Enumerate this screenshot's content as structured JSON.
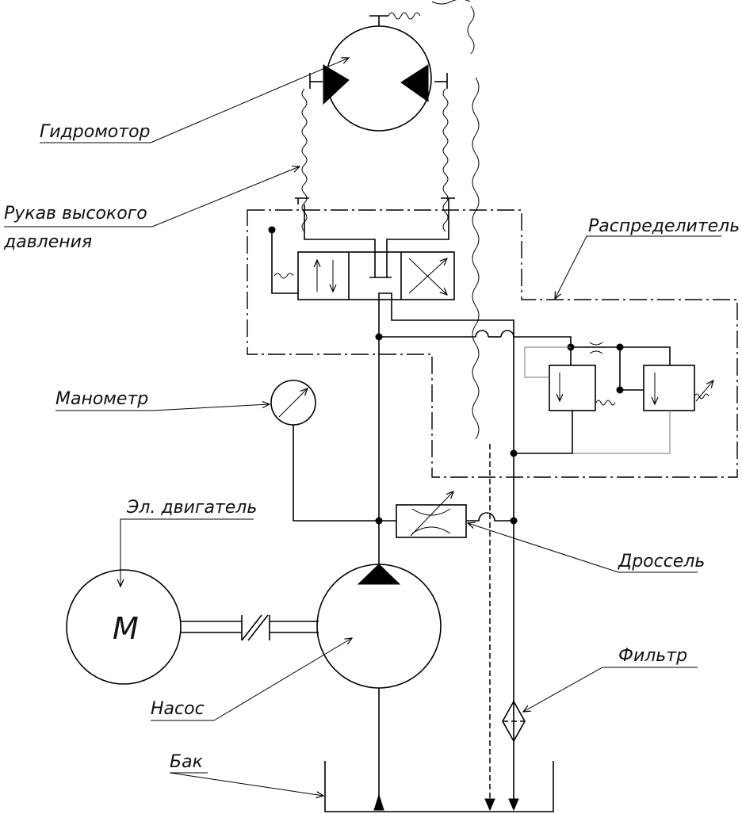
{
  "labels": {
    "motor_hydraulic": "Гидромотор",
    "hose_line1": "Рукав высокого",
    "hose_line2": "давления",
    "distributor": "Распределитель",
    "manometer": "Манометр",
    "electric_motor": "Эл. двигатель",
    "throttle": "Дроссель",
    "filter": "Фильтр",
    "pump": "Насос",
    "tank": "Бак",
    "motor_symbol": "M"
  }
}
